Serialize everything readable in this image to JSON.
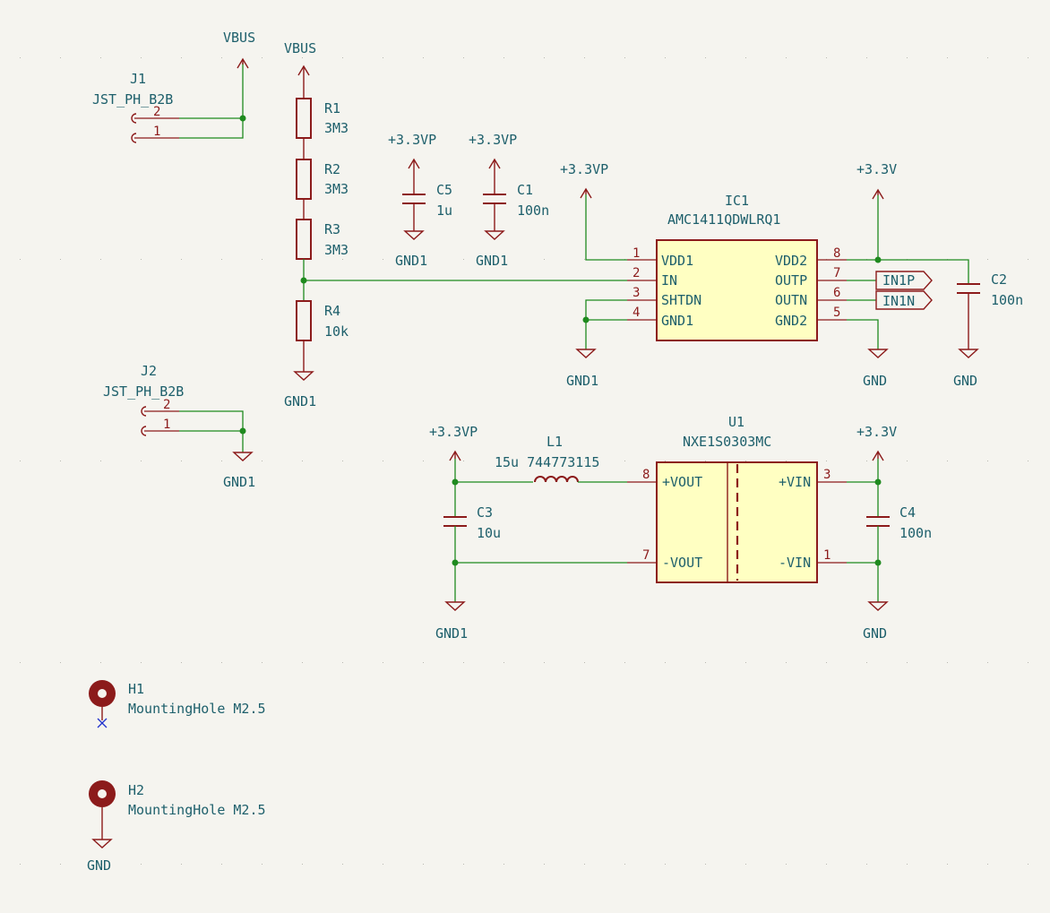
{
  "colors": {
    "background": "#f5f4ef",
    "wire": "#1f8a1f",
    "symbol": "#8c1b1b",
    "text": "#1d5f6b",
    "ic_fill": "#ffffc2",
    "no_connect": "#2233cc"
  },
  "power": {
    "vbus_j1": "VBUS",
    "vbus_r1": "VBUS",
    "p33vp_c5": "+3.3VP",
    "p33vp_c1": "+3.3VP",
    "p33vp_ic1": "+3.3VP",
    "p33v_ic1": "+3.3V",
    "gnd1_c5": "GND1",
    "gnd1_c1": "GND1",
    "gnd1_r4": "GND1",
    "gnd1_j2": "GND1",
    "gnd1_ic1": "GND1",
    "gnd_ic1": "GND",
    "gnd_c2": "GND",
    "p33vp_l1": "+3.3VP",
    "p33v_u1": "+3.3V",
    "gnd1_c3": "GND1",
    "gnd_c4": "GND",
    "gnd_h2": "GND"
  },
  "connectors": {
    "j1": {
      "ref": "J1",
      "value": "JST_PH_B2B",
      "pins": [
        "2",
        "1"
      ]
    },
    "j2": {
      "ref": "J2",
      "value": "JST_PH_B2B",
      "pins": [
        "2",
        "1"
      ]
    }
  },
  "resistors": [
    {
      "ref": "R1",
      "value": "3M3"
    },
    {
      "ref": "R2",
      "value": "3M3"
    },
    {
      "ref": "R3",
      "value": "3M3"
    },
    {
      "ref": "R4",
      "value": "10k"
    }
  ],
  "capacitors": {
    "c5": {
      "ref": "C5",
      "value": "1u"
    },
    "c1": {
      "ref": "C1",
      "value": "100n"
    },
    "c2": {
      "ref": "C2",
      "value": "100n"
    },
    "c3": {
      "ref": "C3",
      "value": "10u"
    },
    "c4": {
      "ref": "C4",
      "value": "100n"
    }
  },
  "ic1": {
    "ref": "IC1",
    "value": "AMC1411QDWLRQ1",
    "left_pins": [
      {
        "num": "1",
        "name": "VDD1"
      },
      {
        "num": "2",
        "name": "IN"
      },
      {
        "num": "3",
        "name": "SHTDN"
      },
      {
        "num": "4",
        "name": "GND1"
      }
    ],
    "right_pins": [
      {
        "num": "8",
        "name": "VDD2"
      },
      {
        "num": "7",
        "name": "OUTP"
      },
      {
        "num": "6",
        "name": "OUTN"
      },
      {
        "num": "5",
        "name": "GND2"
      }
    ]
  },
  "labels": {
    "in1p": "IN1P",
    "in1n": "IN1N"
  },
  "inductor": {
    "ref": "L1",
    "value": "15u 744773115"
  },
  "u1": {
    "ref": "U1",
    "value": "NXE1S0303MC",
    "pins": {
      "vout_p": {
        "num": "8",
        "name": "+VOUT"
      },
      "vout_n": {
        "num": "7",
        "name": "-VOUT"
      },
      "vin_p": {
        "num": "3",
        "name": "+VIN"
      },
      "vin_n": {
        "num": "1",
        "name": "-VIN"
      }
    }
  },
  "holes": [
    {
      "ref": "H1",
      "value": "MountingHole M2.5"
    },
    {
      "ref": "H2",
      "value": "MountingHole M2.5"
    }
  ]
}
